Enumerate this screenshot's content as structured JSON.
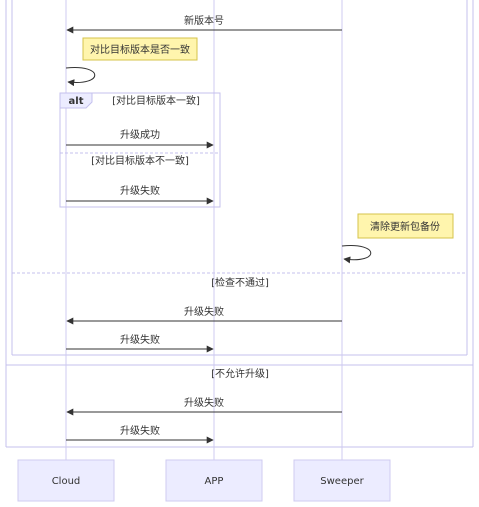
{
  "participants": {
    "cloud": "Cloud",
    "app": "APP",
    "sweeper": "Sweeper"
  },
  "messages": {
    "new_version": "新版本号",
    "upgrade_success": "升级成功",
    "upgrade_fail_1": "升级失败",
    "upgrade_fail_2": "升级失败",
    "upgrade_fail_3": "升级失败",
    "upgrade_fail_4": "升级失败",
    "upgrade_fail_5": "升级失败"
  },
  "notes": {
    "compare_version": "对比目标版本是否一致",
    "clear_backup": "清除更新包备份"
  },
  "fragments": {
    "alt_keyword": "alt",
    "alt_condition_consistent": "[对比目标版本一致]",
    "alt_condition_inconsistent": "[对比目标版本不一致]",
    "check_failed": "[检查不通过]",
    "not_allowed": "[不允许升级]"
  },
  "colors": {
    "lifeline": "#cfcbf0",
    "frame": "#c4c0ee",
    "note_fill": "#fff5ad",
    "note_border": "#d4c34b",
    "actor_fill": "#ececff",
    "actor_border": "#cfcbf0",
    "arrow": "#333333"
  }
}
